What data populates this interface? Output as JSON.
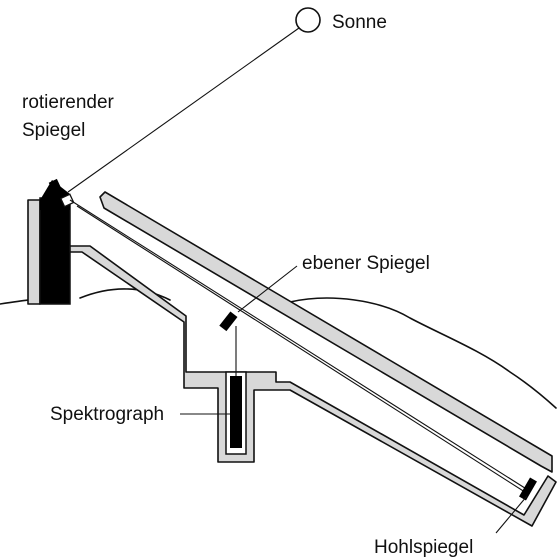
{
  "labels": {
    "sun": "Sonne",
    "rotating_mirror": [
      "rotierender",
      "Spiegel"
    ],
    "flat_mirror": "ebener Spiegel",
    "spectrograph": "Spektrograph",
    "concave_mirror": "Hohlspiegel"
  },
  "colors": {
    "ink": "#111111",
    "wall_fill": "#d8d8d8",
    "mirror_fill": "#000000",
    "background": "#ffffff"
  }
}
